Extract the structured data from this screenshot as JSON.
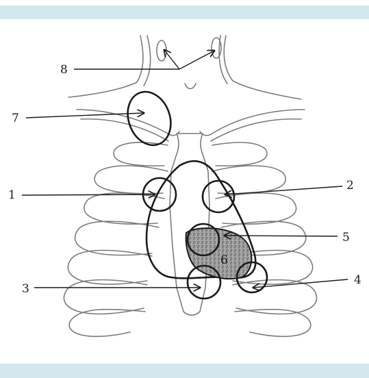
{
  "labels": {
    "l1": "1",
    "l2": "2",
    "l3": "3",
    "l4": "4",
    "l5": "5",
    "l6": "6",
    "l7": "7",
    "l8": "8"
  },
  "colors": {
    "band": "#d3e7ec",
    "outline": "#7a7a7a",
    "ink": "#1a1a1a",
    "shading": "#8c8c8c"
  }
}
